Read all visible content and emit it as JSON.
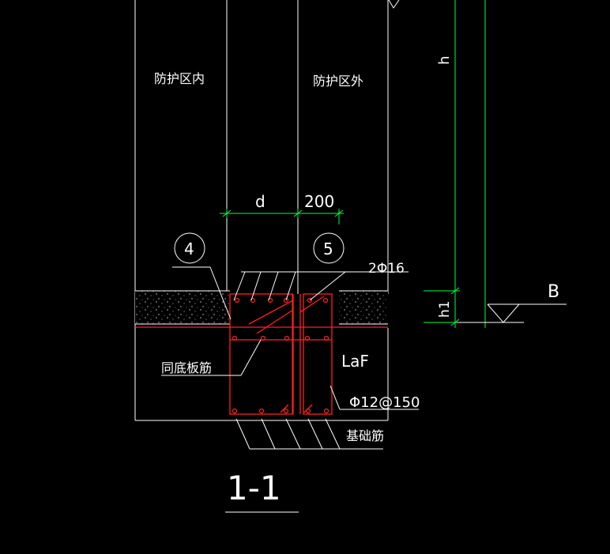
{
  "drawing": {
    "labels": {
      "inside_zone": "防护区内",
      "outside_zone": "防护区外",
      "dim_d": "d",
      "dim_200": "200",
      "callout_4": "4",
      "callout_5": "5",
      "rebar_2phi16": "2Φ16",
      "dim_h": "h",
      "dim_h1": "h1",
      "ref_B": "B",
      "laf": "LaF",
      "floor_rebar": "同底板筋",
      "stirrup": "Φ12@150",
      "foundation_rebar": "基础筋",
      "section_title": "1-1"
    },
    "colors": {
      "background": "#000000",
      "outline": "#ffffff",
      "rebar": "#ff2020",
      "dimension": "#00ff3c",
      "concrete_fill": "#ffffff"
    }
  }
}
